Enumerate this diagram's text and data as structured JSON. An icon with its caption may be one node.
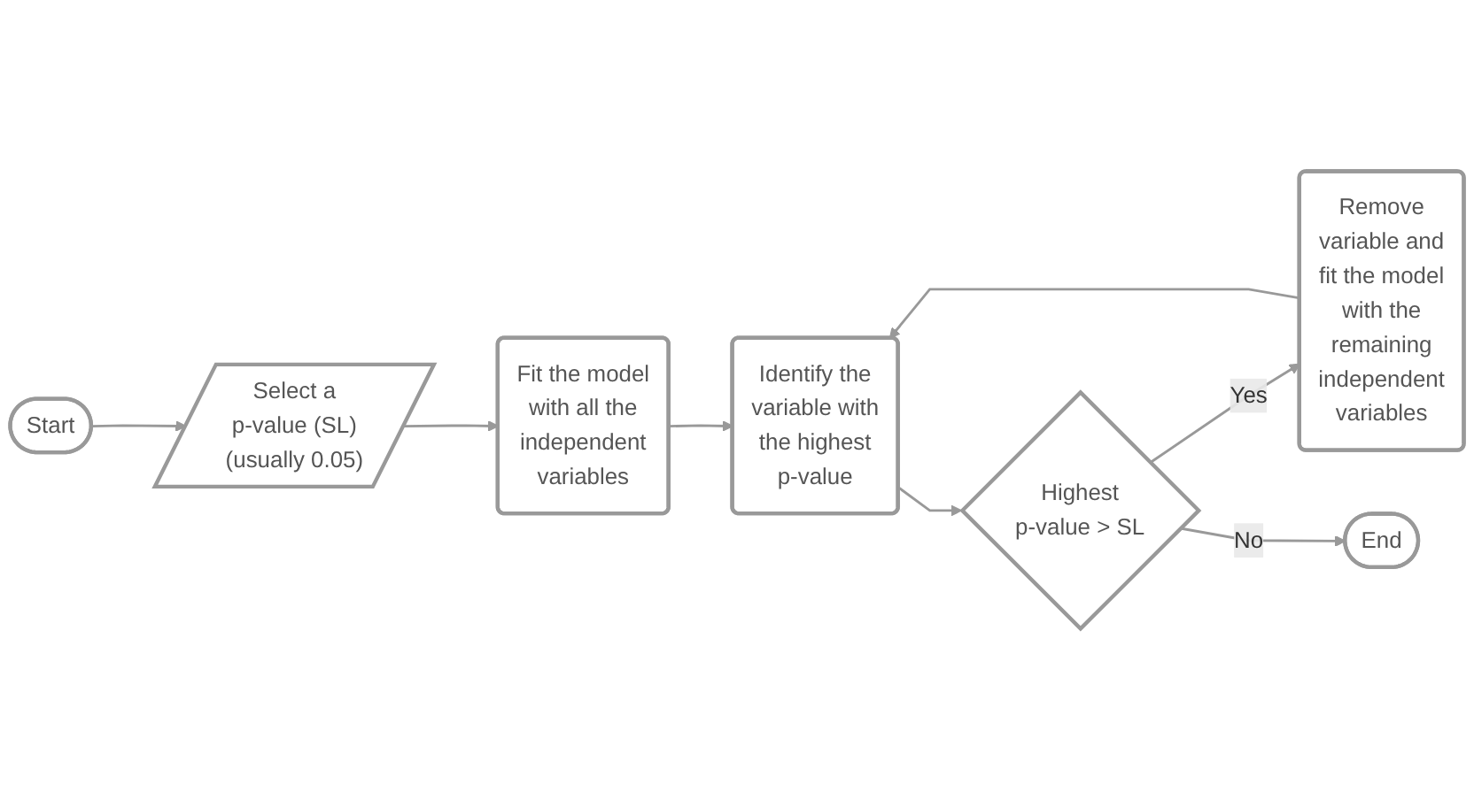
{
  "diagram": {
    "nodes": [
      {
        "text": [
          "Start"
        ]
      },
      {
        "text": [
          "Select a p-value (SL) (usually 0.05)"
        ]
      },
      {
        "text": [
          "Fit the model with all the independent variables"
        ]
      },
      {
        "text": [
          "Identify the variable with the highest p-value"
        ]
      },
      {
        "text": [
          "Highest p-value > SL"
        ]
      },
      {
        "text": [
          "Remove variable and fit the model with the remaining independent variables"
        ]
      },
      {
        "text": [
          "End"
        ]
      }
    ],
    "edges": [
      {
        "from": 0,
        "to": 1,
        "arrow": "to"
      },
      {
        "from": 1,
        "to": 2,
        "arrow": "to"
      },
      {
        "from": 2,
        "to": 3,
        "arrow": "to"
      },
      {
        "from": 3,
        "to": 4,
        "arrow": "to"
      },
      {
        "from": 4,
        "to": 5,
        "arrow": "to",
        "label": "Yes"
      },
      {
        "from": 4,
        "to": 6,
        "arrow": "to",
        "label": "No"
      },
      {
        "from": 5,
        "to": 3,
        "arrow": "to"
      }
    ]
  }
}
